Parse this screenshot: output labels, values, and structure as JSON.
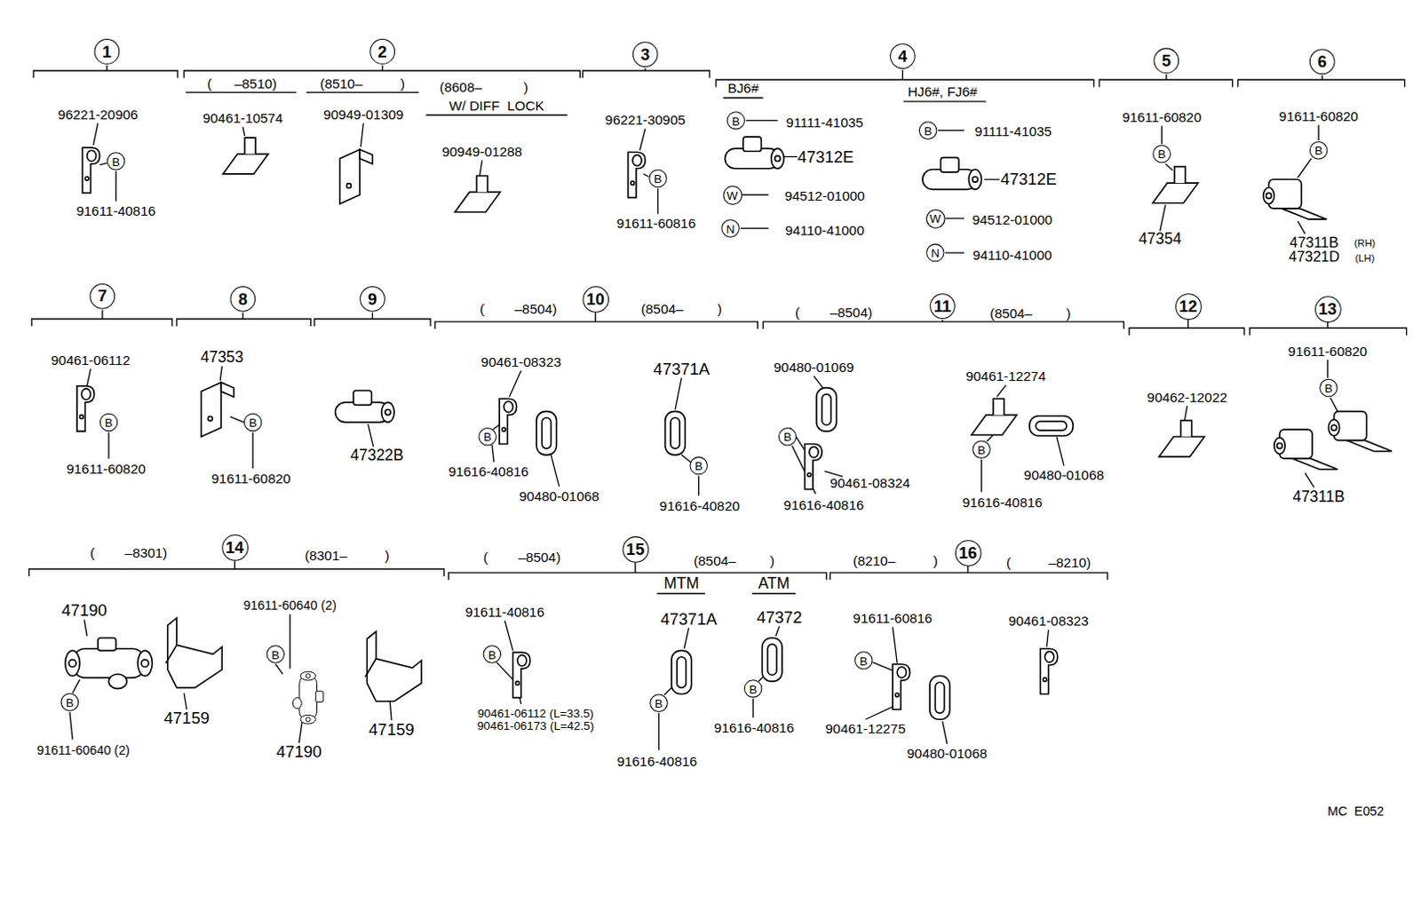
{
  "diagram": {
    "nodes": [
      {
        "text": [
          "1"
        ]
      },
      {
        "text": [
          "B"
        ]
      },
      {
        "text": [
          "2"
        ]
      },
      {
        "text": [
          "3"
        ]
      },
      {
        "text": [
          "B"
        ]
      },
      {
        "text": [
          "4"
        ]
      },
      {
        "text": [
          "B"
        ]
      },
      {
        "text": [
          "W"
        ]
      },
      {
        "text": [
          "N"
        ]
      },
      {
        "text": [
          "B"
        ]
      },
      {
        "text": [
          "W"
        ]
      },
      {
        "text": [
          "N"
        ]
      },
      {
        "text": [
          "5"
        ]
      },
      {
        "text": [
          "B"
        ]
      },
      {
        "text": [
          "6"
        ]
      },
      {
        "text": [
          "B"
        ]
      },
      {
        "text": [
          "7"
        ]
      },
      {
        "text": [
          "B"
        ]
      },
      {
        "text": [
          "8"
        ]
      },
      {
        "text": [
          "B"
        ]
      },
      {
        "text": [
          "9"
        ]
      },
      {
        "text": [
          "10"
        ]
      },
      {
        "text": [
          "B"
        ]
      },
      {
        "text": [
          "B"
        ]
      },
      {
        "text": [
          "11"
        ]
      },
      {
        "text": [
          "B"
        ]
      },
      {
        "text": [
          "B"
        ]
      },
      {
        "text": [
          "12"
        ]
      },
      {
        "text": [
          "13"
        ]
      },
      {
        "text": [
          "B"
        ]
      },
      {
        "text": [
          "14"
        ]
      },
      {
        "text": [
          "B"
        ]
      },
      {
        "text": [
          "B"
        ]
      },
      {
        "text": [
          "15"
        ]
      },
      {
        "text": [
          "B"
        ]
      },
      {
        "text": [
          "B"
        ]
      },
      {
        "text": [
          "B"
        ]
      },
      {
        "text": [
          "16"
        ]
      },
      {
        "text": [
          "B"
        ]
      }
    ],
    "labels": [
      "96221-20906",
      "91611-40816",
      "(      –8510)",
      "(8510–          )",
      "(8608–           )",
      "W/ DIFF  LOCK",
      "90461-10574",
      "90949-01309",
      "90949-01288",
      "96221-30905",
      "91611-60816",
      "BJ6#",
      "91111-41035",
      "47312E",
      "94512-01000",
      "94110-41000",
      "HJ6#, FJ6#",
      "91111-41035",
      "47312E",
      "94512-01000",
      "94110-41000",
      "91611-60820",
      "47354",
      "91611-60820",
      "47311B",
      "(RH)",
      "47321D",
      "(LH)",
      "90461-06112",
      "91611-60820",
      "47353",
      "91611-60820",
      "47322B",
      "(        –8504)",
      "(8504–         )",
      "90461-08323",
      "91616-40816",
      "90480-01068",
      "47371A",
      "91616-40820",
      "(        –8504)",
      "(8504–         )",
      "90480-01069",
      "90461-08324",
      "91616-40816",
      "90461-12274",
      "91616-40816",
      "90480-01068",
      "90462-12022",
      "91611-60820",
      "47311B",
      "(        –8301)",
      "(8301–          )",
      "47190",
      "91611-60640 (2)",
      "47159",
      "91611-60640 (2)",
      "47190",
      "47159",
      "(        –8504)",
      "(8504–         )",
      "91611-40816",
      "90461-06112 (L=33.5)",
      "90461-06173 (L=42.5)",
      "MTM",
      "ATM",
      "47371A",
      "47372",
      "91616-40816",
      "91616-40816",
      "(8210–          )",
      "(          –8210)",
      "91611-60816",
      "90461-12275",
      "90480-01068",
      "90461-08323",
      "MC  E052"
    ]
  }
}
